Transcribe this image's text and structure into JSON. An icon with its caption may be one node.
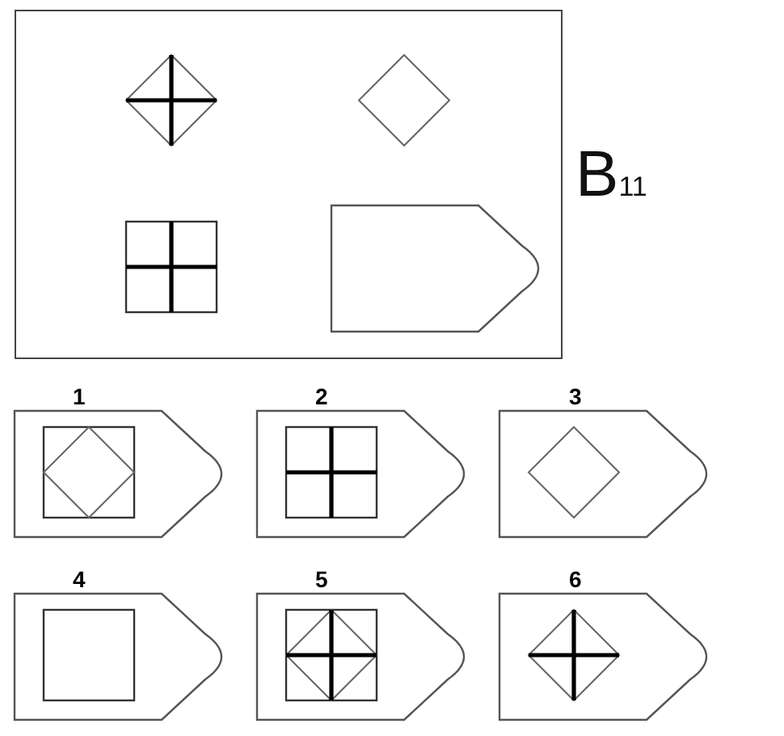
{
  "diagram": {
    "nodes": [
      {
        "text": [],
        "shape": "box"
      },
      {
        "text": [],
        "shape": "pentagon",
        "in": 0
      },
      {
        "text": [
          "1"
        ]
      },
      {
        "text": [
          "2"
        ]
      },
      {
        "text": [
          "3"
        ]
      },
      {
        "text": [
          "4"
        ]
      },
      {
        "text": [
          "5"
        ]
      },
      {
        "text": [
          "6"
        ]
      }
    ],
    "labels": [
      "B$_{11}$"
    ]
  }
}
